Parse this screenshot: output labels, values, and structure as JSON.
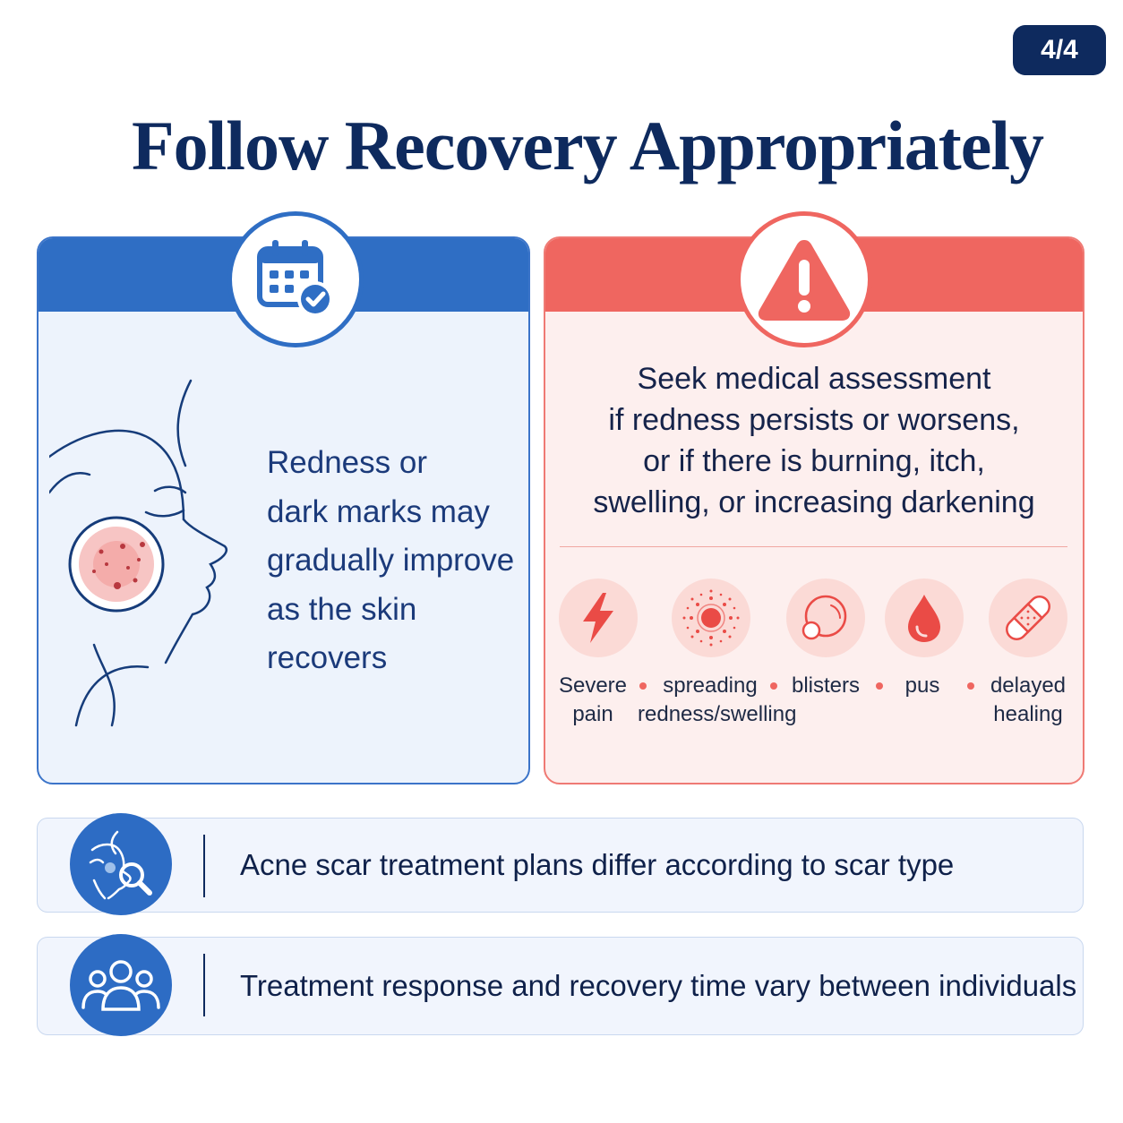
{
  "page_indicator": "4/4",
  "title": "Follow Recovery Appropriately",
  "recovery_card": {
    "icon": "calendar-check-icon",
    "text": "Redness or dark marks may gradually improve as the skin recovers",
    "lines": [
      "Redness or",
      "dark marks may",
      "gradually improve",
      "as the skin",
      "recovers"
    ]
  },
  "warning_card": {
    "icon": "warning-triangle-icon",
    "lines": [
      "Seek medical assessment",
      "if redness persists or worsens,",
      "or if there is burning, itch,",
      "swelling, or increasing darkening"
    ],
    "symptoms": [
      {
        "icon": "lightning-bolt-icon",
        "line1": "Severe",
        "line2": "pain"
      },
      {
        "icon": "spreading-redness-icon",
        "line1": "spreading",
        "line2": "redness/swelling"
      },
      {
        "icon": "blister-icon",
        "line1": "blisters",
        "line2": ""
      },
      {
        "icon": "droplet-icon",
        "line1": "pus",
        "line2": ""
      },
      {
        "icon": "bandage-icon",
        "line1": "delayed",
        "line2": "healing"
      }
    ]
  },
  "info_rows": [
    {
      "icon": "face-magnifier-icon",
      "text": "Acne scar treatment plans differ according to scar type"
    },
    {
      "icon": "people-group-icon",
      "text": "Treatment response and recovery time vary between individuals"
    }
  ],
  "colors": {
    "navy": "#0e2a5e",
    "blue": "#2f6ec4",
    "red": "#ef6660",
    "blue_panel": "#edf3fc",
    "red_panel": "#fdefee"
  }
}
